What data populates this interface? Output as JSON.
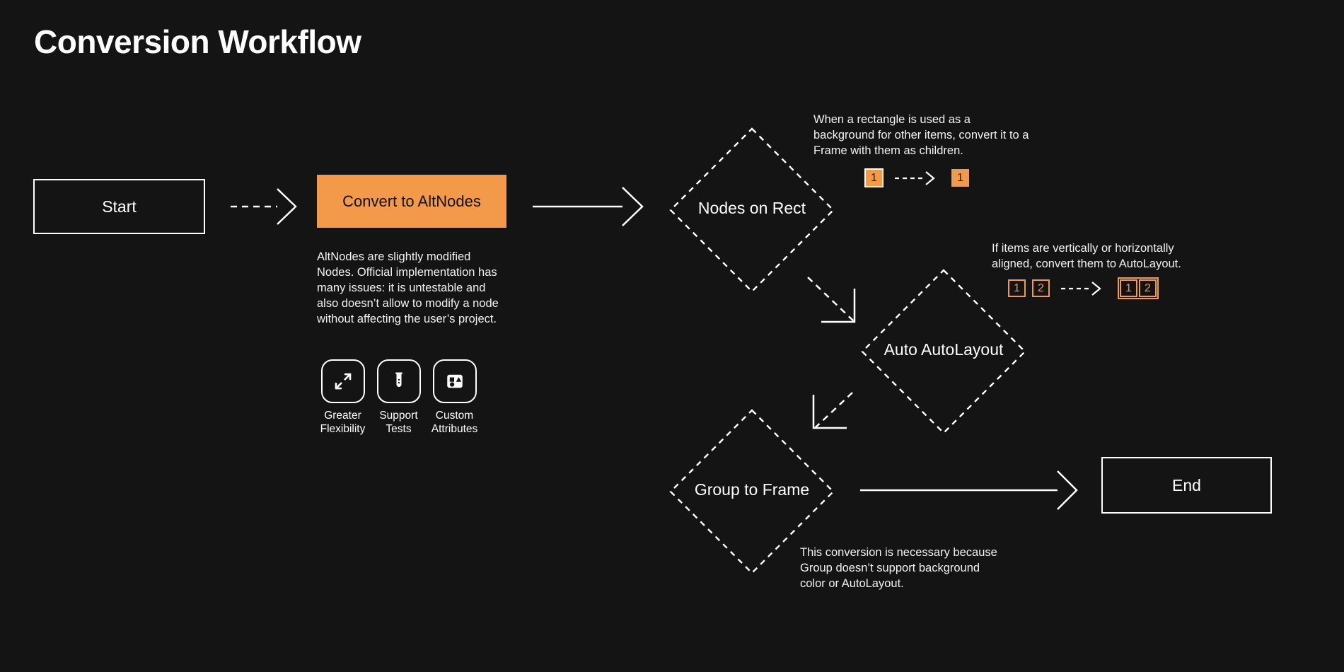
{
  "page": {
    "title": "Conversion Workflow",
    "background": "#141414",
    "accent": "#F2994A",
    "stroke": "#FFFFFF"
  },
  "nodes": {
    "start": {
      "label": "Start",
      "shape": "rectangle"
    },
    "convert": {
      "label": "Convert to AltNodes",
      "shape": "rectangle",
      "fill": "#F2994A"
    },
    "nodes_on_rect": {
      "label": "Nodes on Rect",
      "shape": "diamond"
    },
    "auto_autolayout": {
      "label": "Auto AutoLayout",
      "shape": "diamond"
    },
    "group_to_frame": {
      "label": "Group to Frame",
      "shape": "diamond"
    },
    "end": {
      "label": "End",
      "shape": "rectangle"
    }
  },
  "descriptions": {
    "convert": "AltNodes are slightly modified Nodes. Official implementation has many issues: it is untestable and also doesn’t allow to modify a node without affecting the user’s project.",
    "nodes_on_rect": "When a rectangle is used as a background for other items, convert it to a Frame with them as children.",
    "auto_autolayout": "If items are vertically or horizontally aligned, convert them to AutoLayout.",
    "group_to_frame": "This conversion is necessary because Group doesn’t support background color or AutoLayout."
  },
  "features": [
    {
      "icon": "expand-arrows-icon",
      "label": "Greater\nFlexibility",
      "line1": "Greater",
      "line2": "Flexibility"
    },
    {
      "icon": "test-tube-icon",
      "label": "Support\nTests",
      "line1": "Support",
      "line2": "Tests"
    },
    {
      "icon": "shapes-panel-icon",
      "label": "Custom\nAttributes",
      "line1": "Custom",
      "line2": "Attributes"
    }
  ],
  "badge_diagrams": {
    "nodes_on_rect": {
      "before": [
        {
          "text": "1",
          "style": "filled-bordered"
        }
      ],
      "after": [
        {
          "text": "1",
          "style": "filled"
        }
      ],
      "arrow": "dashed-arrow-right"
    },
    "auto_autolayout": {
      "before": [
        {
          "text": "1",
          "style": "outline"
        },
        {
          "text": "2",
          "style": "outline"
        }
      ],
      "after_frame": true,
      "after": [
        {
          "text": "1",
          "style": "outline"
        },
        {
          "text": "2",
          "style": "outline"
        }
      ],
      "arrow": "dashed-arrow-right"
    }
  },
  "connectors": [
    {
      "from": "start",
      "to": "convert",
      "style": "dashed"
    },
    {
      "from": "convert",
      "to": "nodes_on_rect",
      "style": "solid"
    },
    {
      "from": "nodes_on_rect",
      "to": "auto_autolayout",
      "style": "dashed"
    },
    {
      "from": "auto_autolayout",
      "to": "group_to_frame",
      "style": "dashed"
    },
    {
      "from": "group_to_frame",
      "to": "end",
      "style": "solid"
    }
  ]
}
